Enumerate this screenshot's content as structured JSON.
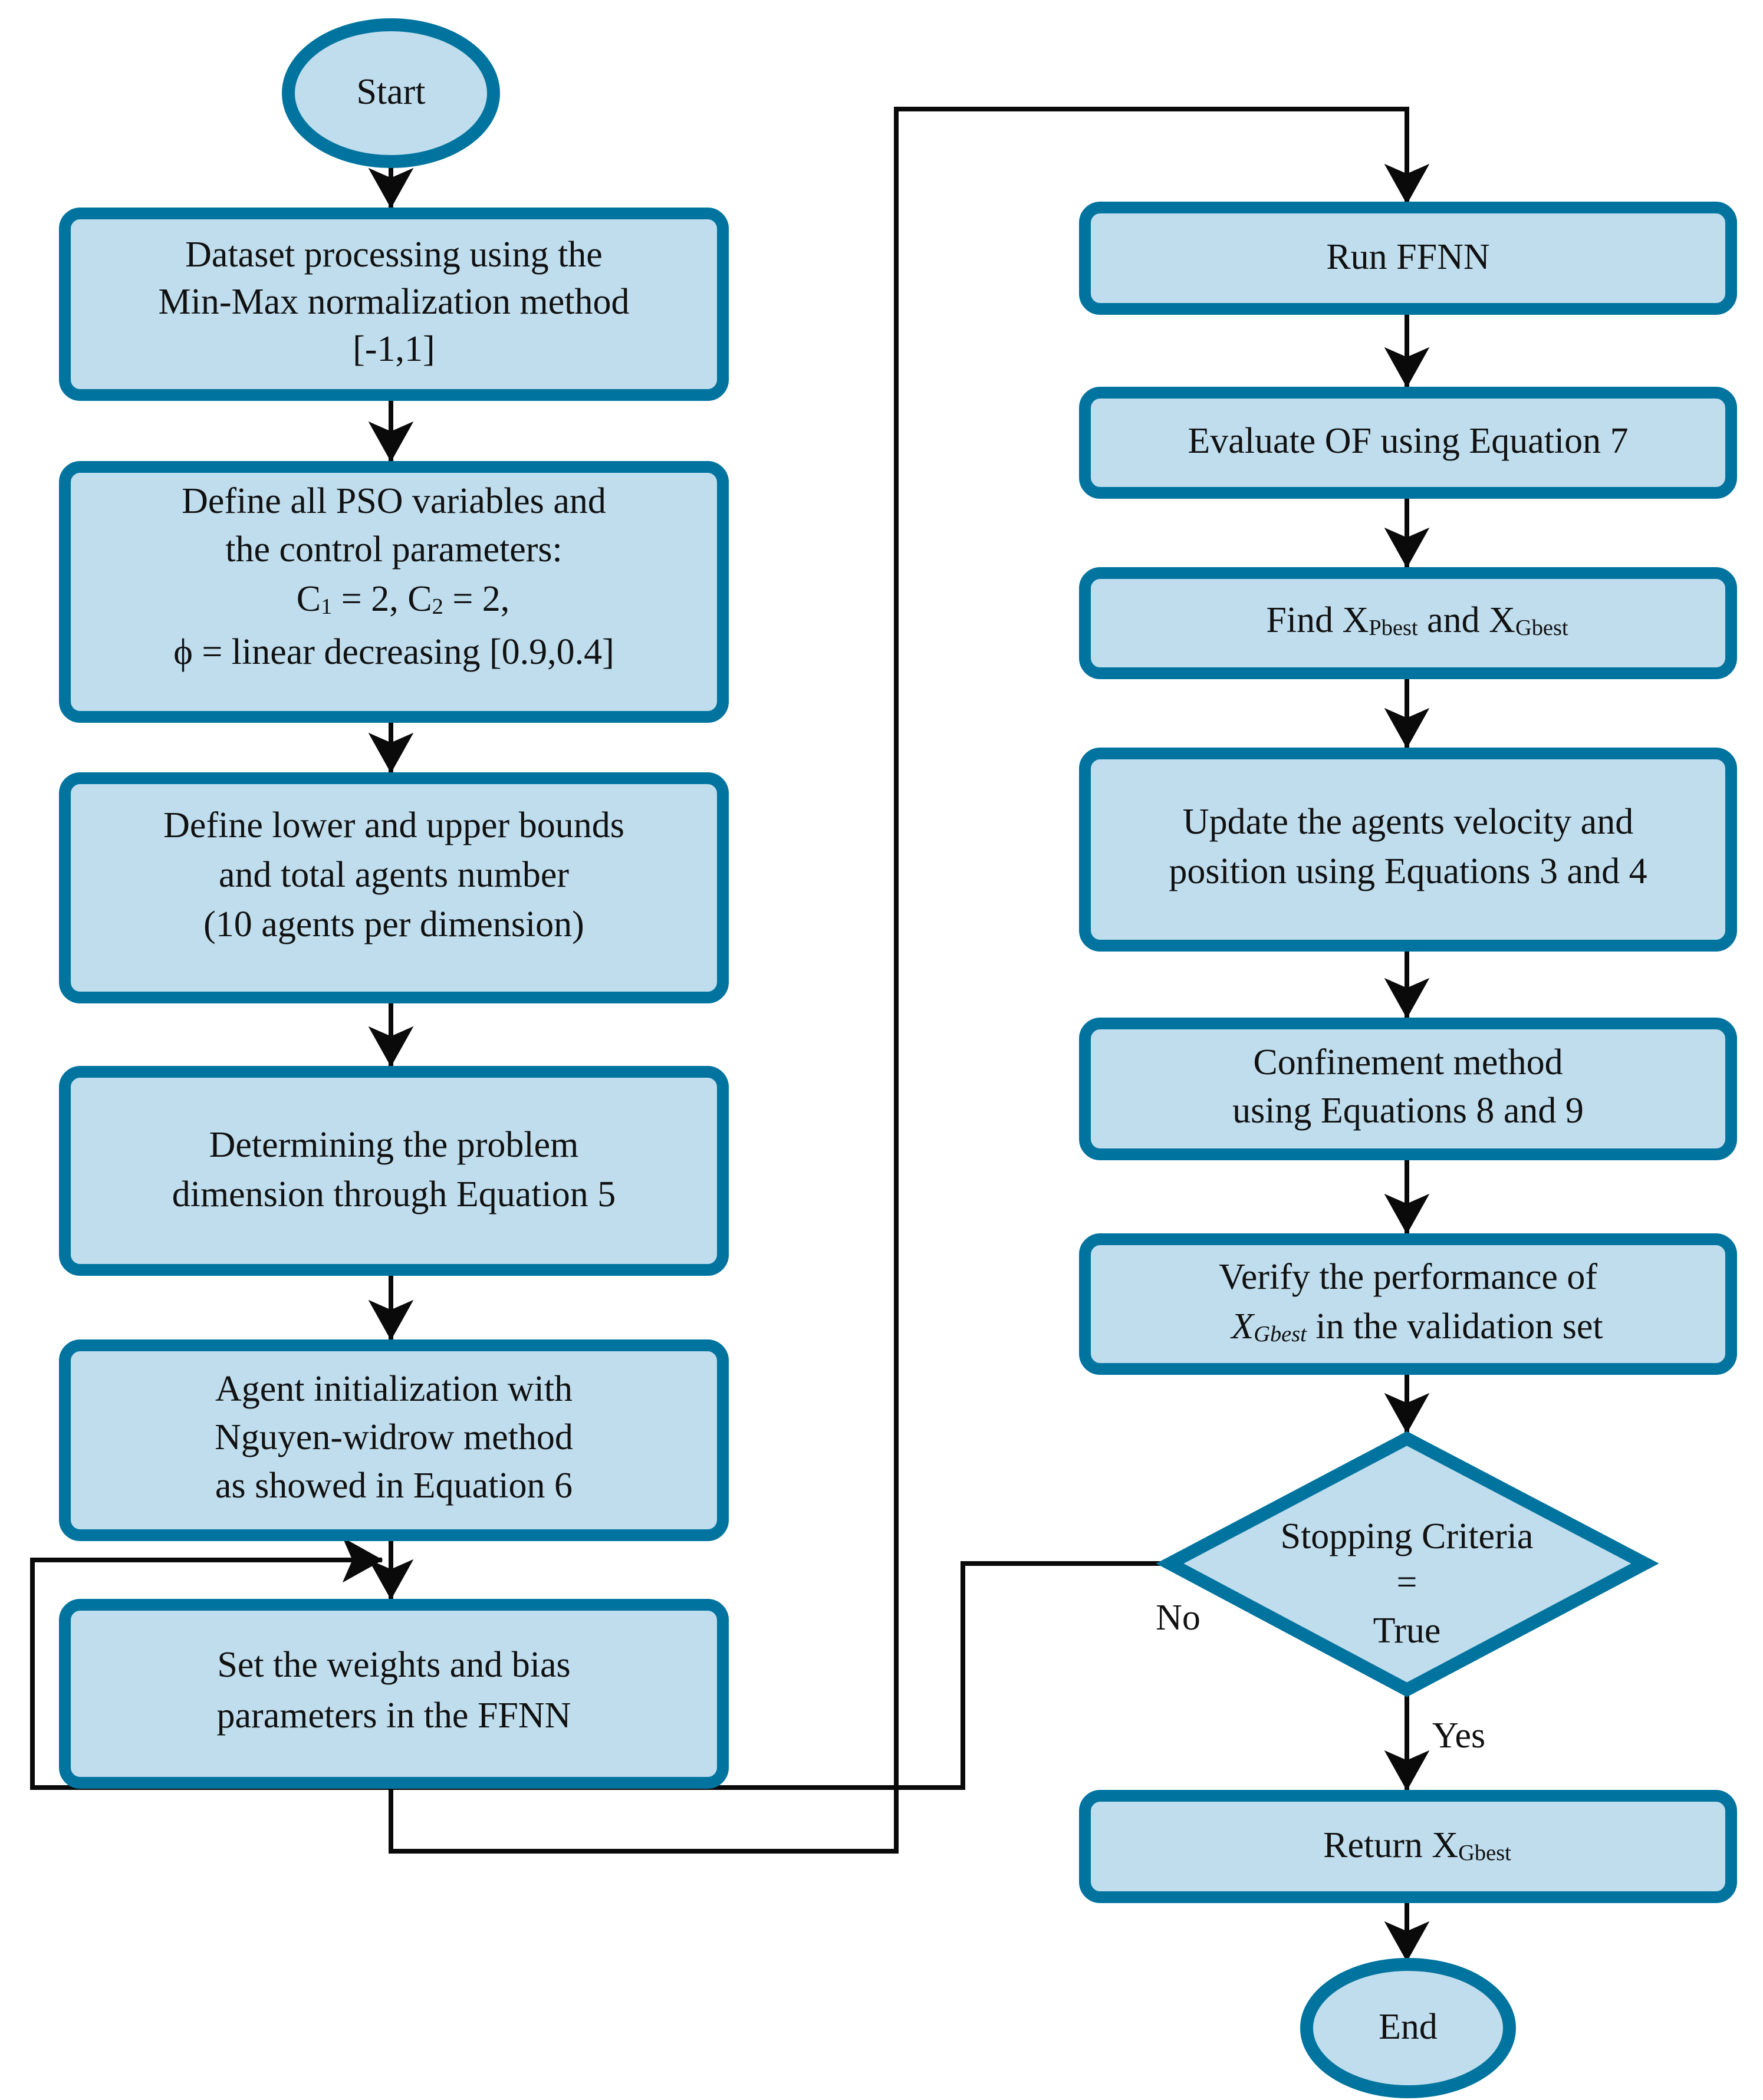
{
  "diagram": {
    "title": "PSO-trained FFNN algorithm flowchart",
    "colors": {
      "node_fill": "#bfdded",
      "node_border": "#00749f",
      "line": "#0a0a0a",
      "text": "#111111",
      "background": "#ffffff"
    },
    "terminals": {
      "start": "Start",
      "end": "End"
    },
    "left_column": [
      {
        "id": "dataset-processing",
        "lines": [
          "Dataset processing using the",
          "Min-Max normalization method",
          "[-1,1]"
        ]
      },
      {
        "id": "define-pso-variables",
        "lines": [
          "Define all PSO variables and",
          "the control parameters:",
          "C1 = 2, C2 = 2,",
          "ϕ = linear decreasing [0.9,0.4]"
        ],
        "parts": {
          "c1_symbol": "C",
          "c1_subscript": "1",
          "c1_value": " = 2, ",
          "c2_symbol": "C",
          "c2_subscript": "2",
          "c2_value": " = 2,",
          "phi_line": "ϕ = linear decreasing [0.9,0.4]"
        }
      },
      {
        "id": "define-bounds",
        "lines": [
          "Define lower and upper bounds",
          "and total agents number",
          "(10 agents per dimension)"
        ]
      },
      {
        "id": "determine-dimension",
        "lines": [
          "Determining the problem",
          "dimension through Equation 5"
        ]
      },
      {
        "id": "agent-initialization",
        "lines": [
          "Agent initialization with",
          "Nguyen-widrow method",
          "as showed in Equation 6"
        ]
      },
      {
        "id": "set-weights-bias",
        "lines": [
          "Set the weights and bias",
          "parameters in the FFNN"
        ]
      }
    ],
    "right_column": [
      {
        "id": "run-ffnn",
        "lines": [
          "Run FFNN"
        ]
      },
      {
        "id": "evaluate-of",
        "lines": [
          "Evaluate OF using Equation 7"
        ]
      },
      {
        "id": "find-pbest-gbest",
        "lines": [
          "Find XPbest and XGbest"
        ],
        "parts": {
          "prefix": "Find X",
          "sub1": "Pbest",
          "middle": " and X",
          "sub2": "Gbest"
        }
      },
      {
        "id": "update-velocity-position",
        "lines": [
          "Update the agents velocity and",
          "position using Equations 3 and 4"
        ]
      },
      {
        "id": "confinement-method",
        "lines": [
          "Confinement method",
          "using Equations 8 and 9"
        ]
      },
      {
        "id": "verify-performance",
        "lines": [
          "Verify the performance of",
          "XGbest in the validation set"
        ],
        "parts": {
          "line1": "Verify the performance of",
          "x_symbol": "X",
          "x_subscript": "Gbest",
          "line2_rest": " in the validation set"
        }
      },
      {
        "id": "return-gbest",
        "lines": [
          "Return XGbest"
        ],
        "parts": {
          "prefix": "Return X",
          "sub": "Gbest"
        }
      }
    ],
    "decision": {
      "id": "stopping-criteria",
      "lines": [
        "Stopping Criteria",
        "=",
        "True"
      ]
    },
    "edge_labels": {
      "no": "No",
      "yes": "Yes"
    }
  }
}
